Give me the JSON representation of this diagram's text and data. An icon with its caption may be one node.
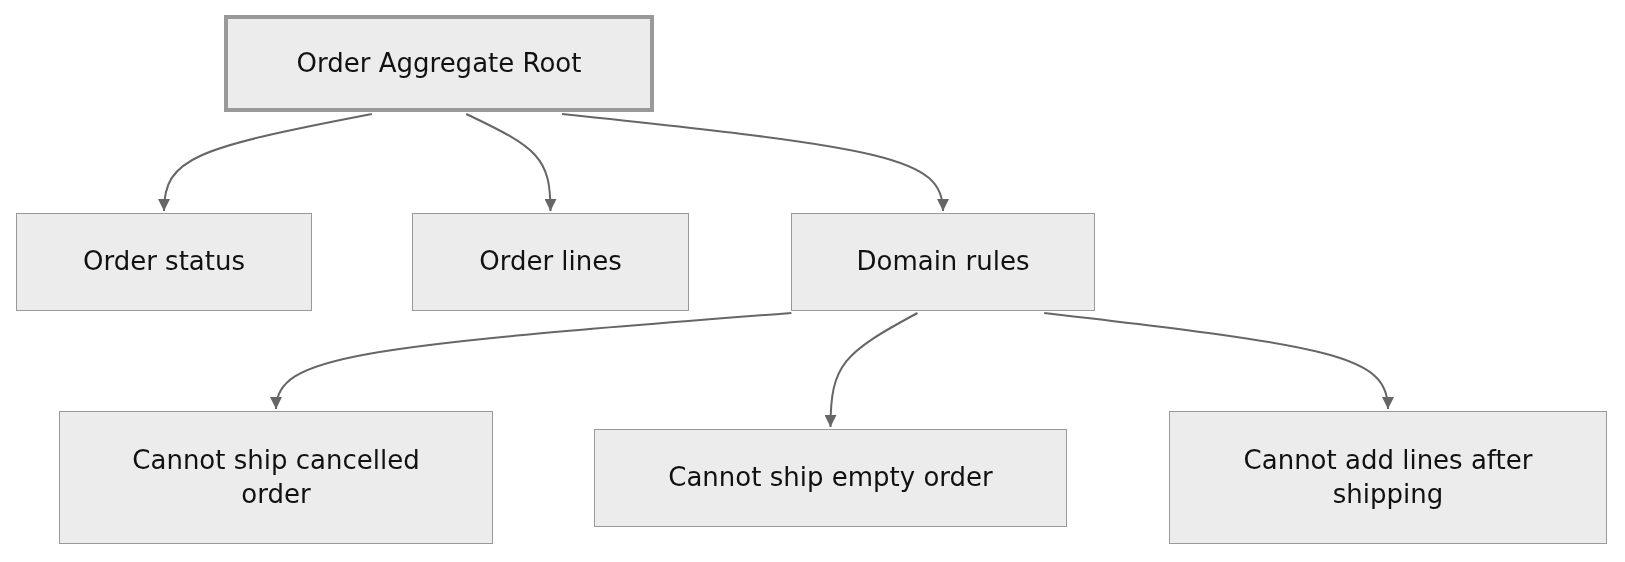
{
  "diagram": {
    "nodes": [
      {
        "text": [
          "Order Aggregate Root"
        ]
      },
      {
        "text": [
          "Order status"
        ]
      },
      {
        "text": [
          "Order lines"
        ]
      },
      {
        "text": [
          "Domain rules"
        ]
      },
      {
        "text": [
          "Cannot ship cancelled order"
        ]
      },
      {
        "text": [
          "Cannot ship empty order"
        ]
      },
      {
        "text": [
          "Cannot add lines after shipping"
        ]
      }
    ],
    "edges": [
      {
        "from": 0,
        "to": 1,
        "arrow": "to"
      },
      {
        "from": 0,
        "to": 2,
        "arrow": "to"
      },
      {
        "from": 0,
        "to": 3,
        "arrow": "to"
      },
      {
        "from": 3,
        "to": 4,
        "arrow": "to"
      },
      {
        "from": 3,
        "to": 5,
        "arrow": "to"
      },
      {
        "from": 3,
        "to": 6,
        "arrow": "to"
      }
    ]
  }
}
